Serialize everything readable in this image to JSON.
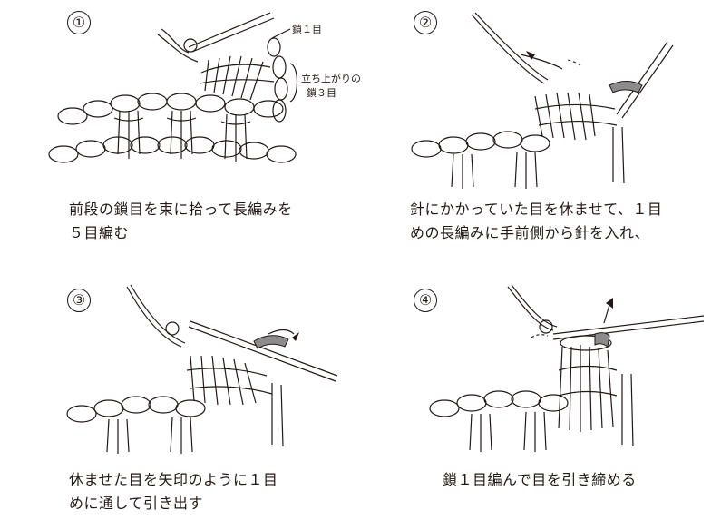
{
  "steps": [
    {
      "number": "①",
      "caption": "前段の鎖目を束に拾って長編みを\n５目編む",
      "labels": {
        "chain1": "鎖１目",
        "rise_line1": "立ち上がりの",
        "rise_line2": "鎖３目"
      }
    },
    {
      "number": "②",
      "caption": "針にかかっていた目を休ませて、１目\nめの長編みに手前側から針を入れ、"
    },
    {
      "number": "③",
      "caption": "休ませた目を矢印のように１目\nめに通して引き出す"
    },
    {
      "number": "④",
      "caption": "鎖１目編んで目を引き締める"
    }
  ],
  "colors": {
    "ink": "#231815",
    "highlight_loop": "#8c8c8c"
  }
}
